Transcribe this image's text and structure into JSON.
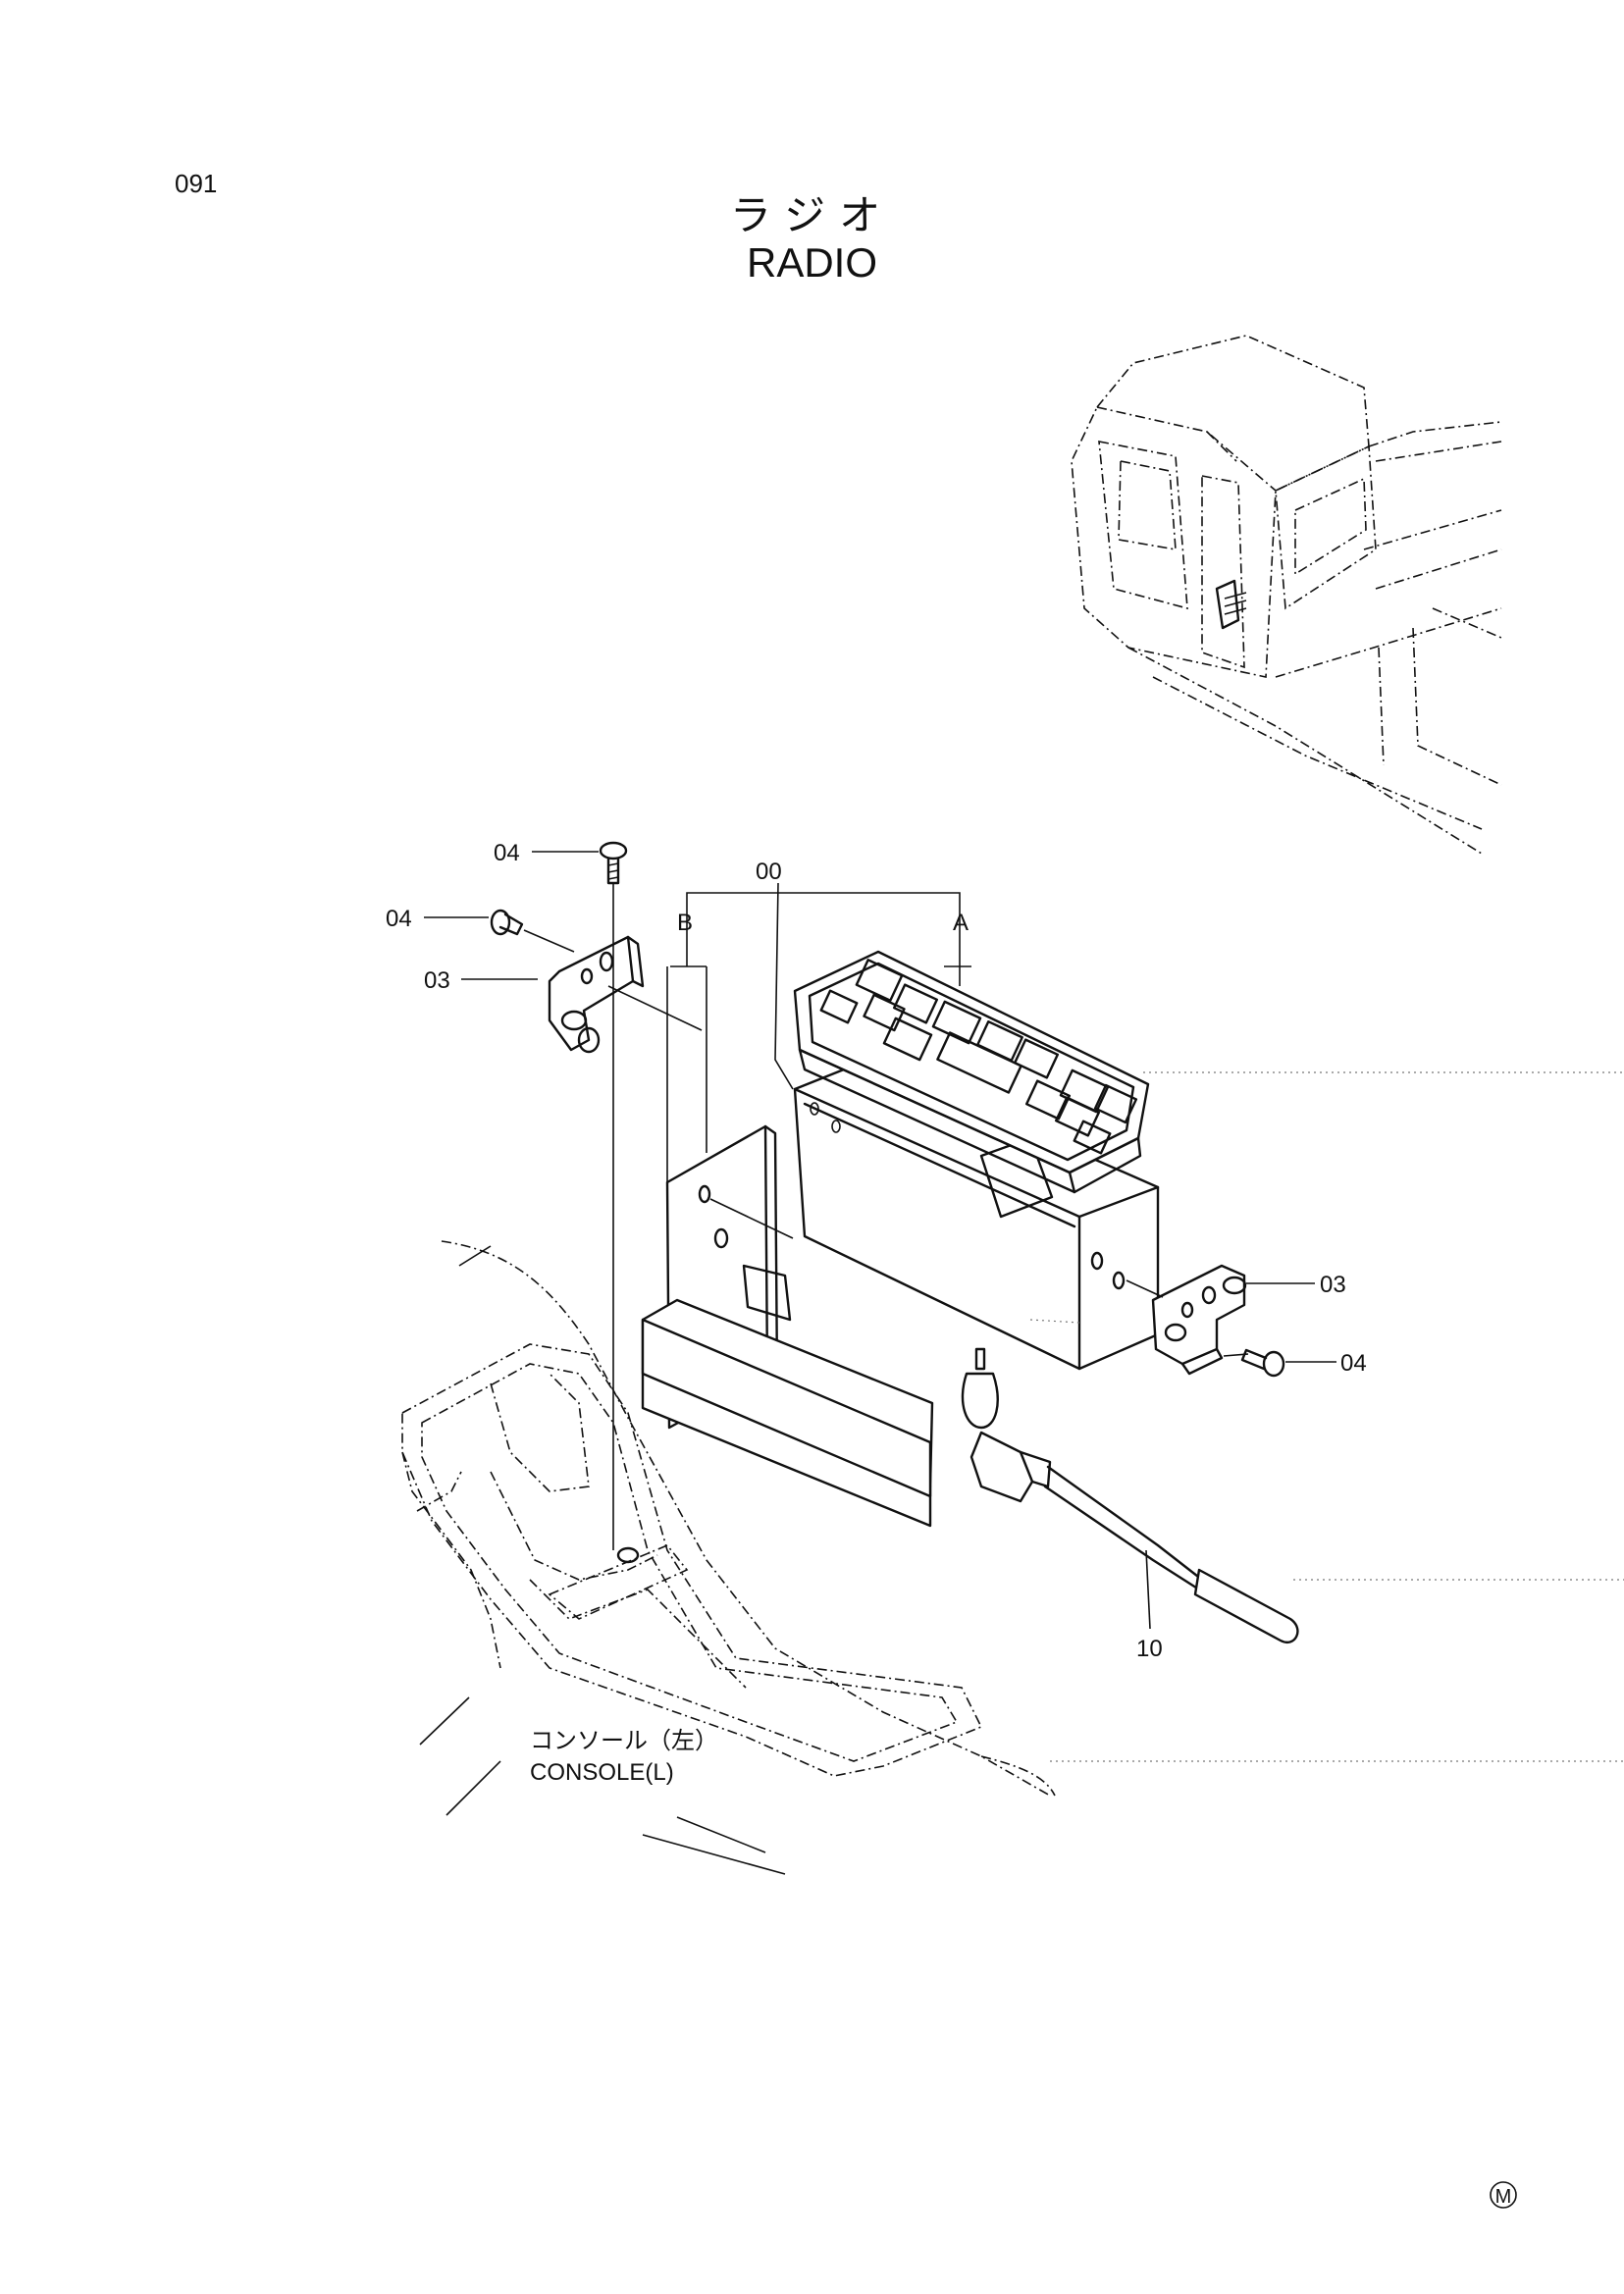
{
  "page": {
    "number": "091"
  },
  "title": {
    "jp": "ラジオ",
    "en": "RADIO"
  },
  "callouts": {
    "c00": "00",
    "cA": "A",
    "cB": "B",
    "c03_left": "03",
    "c03_right": "03",
    "c04_top": "04",
    "c04_left": "04",
    "c04_right": "04",
    "c10": "10"
  },
  "console": {
    "jp": "コンソール（左）",
    "en": "CONSOLE(L)"
  },
  "mark": {
    "symbol": "M"
  }
}
